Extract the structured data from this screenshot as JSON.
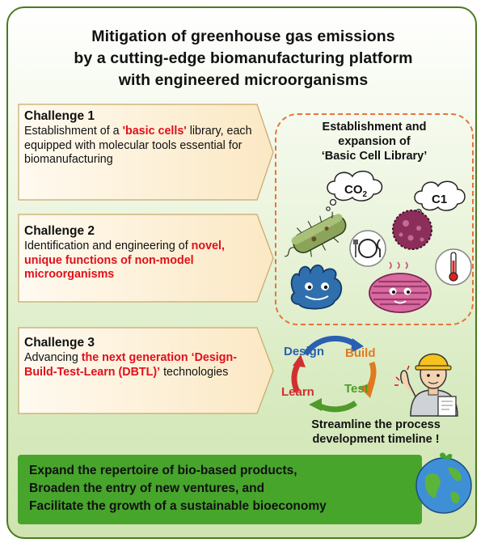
{
  "title": {
    "line1": "Mitigation of greenhouse gas emissions",
    "line2": "by a cutting-edge biomanufacturing platform",
    "line3": "with engineered microorganisms"
  },
  "challenges": [
    {
      "heading": "Challenge 1",
      "parts": [
        {
          "text": "Establishment of a ",
          "red": false
        },
        {
          "text": "'basic cells'",
          "red": true
        },
        {
          "text": " library, each equipped with molecular tools essential for biomanufacturing",
          "red": false
        }
      ]
    },
    {
      "heading": "Challenge 2",
      "parts": [
        {
          "text": "Identification and engineering of ",
          "red": false
        },
        {
          "text": "novel, unique functions of non-model microorganisms",
          "red": true
        }
      ]
    },
    {
      "heading": "Challenge 3",
      "parts": [
        {
          "text": "Advancing ",
          "red": false
        },
        {
          "text": "the next generation ‘Design-Build-Test-Learn (DBTL)’",
          "red": true
        },
        {
          "text": " technologies",
          "red": false
        }
      ]
    }
  ],
  "library": {
    "title_line1": "Establishment and",
    "title_line2": "expansion of",
    "title_line3": "‘Basic Cell Library’",
    "co2_main": "CO",
    "co2_sub": "2",
    "c1": "C1"
  },
  "dbtl": {
    "design": "Design",
    "build": "Build",
    "test": "Test",
    "learn": "Learn",
    "colors": {
      "design": "#2b5fb0",
      "build": "#e07a1f",
      "test": "#4f9a2a",
      "learn": "#d03030"
    }
  },
  "streamline": {
    "line1": "Streamline the process",
    "line2": "development timeline !"
  },
  "bottom": {
    "line1": "Expand the repertoire of bio-based products,",
    "line2": "Broaden the entry of new ventures, and",
    "line3": "Facilitate the growth of a sustainable bioeconomy"
  },
  "icons": [
    "bacterium-icon",
    "fungus-cell-icon",
    "plate-fork-knife-icon",
    "thermometer-icon",
    "blue-cell-icon",
    "striped-cell-icon",
    "worker-icon",
    "earth-globe-icon"
  ],
  "colors": {
    "frame": "#4a7a1f",
    "bottom_band": "#47a52c",
    "highlight_red": "#e0101a",
    "library_border": "#e8733a"
  }
}
